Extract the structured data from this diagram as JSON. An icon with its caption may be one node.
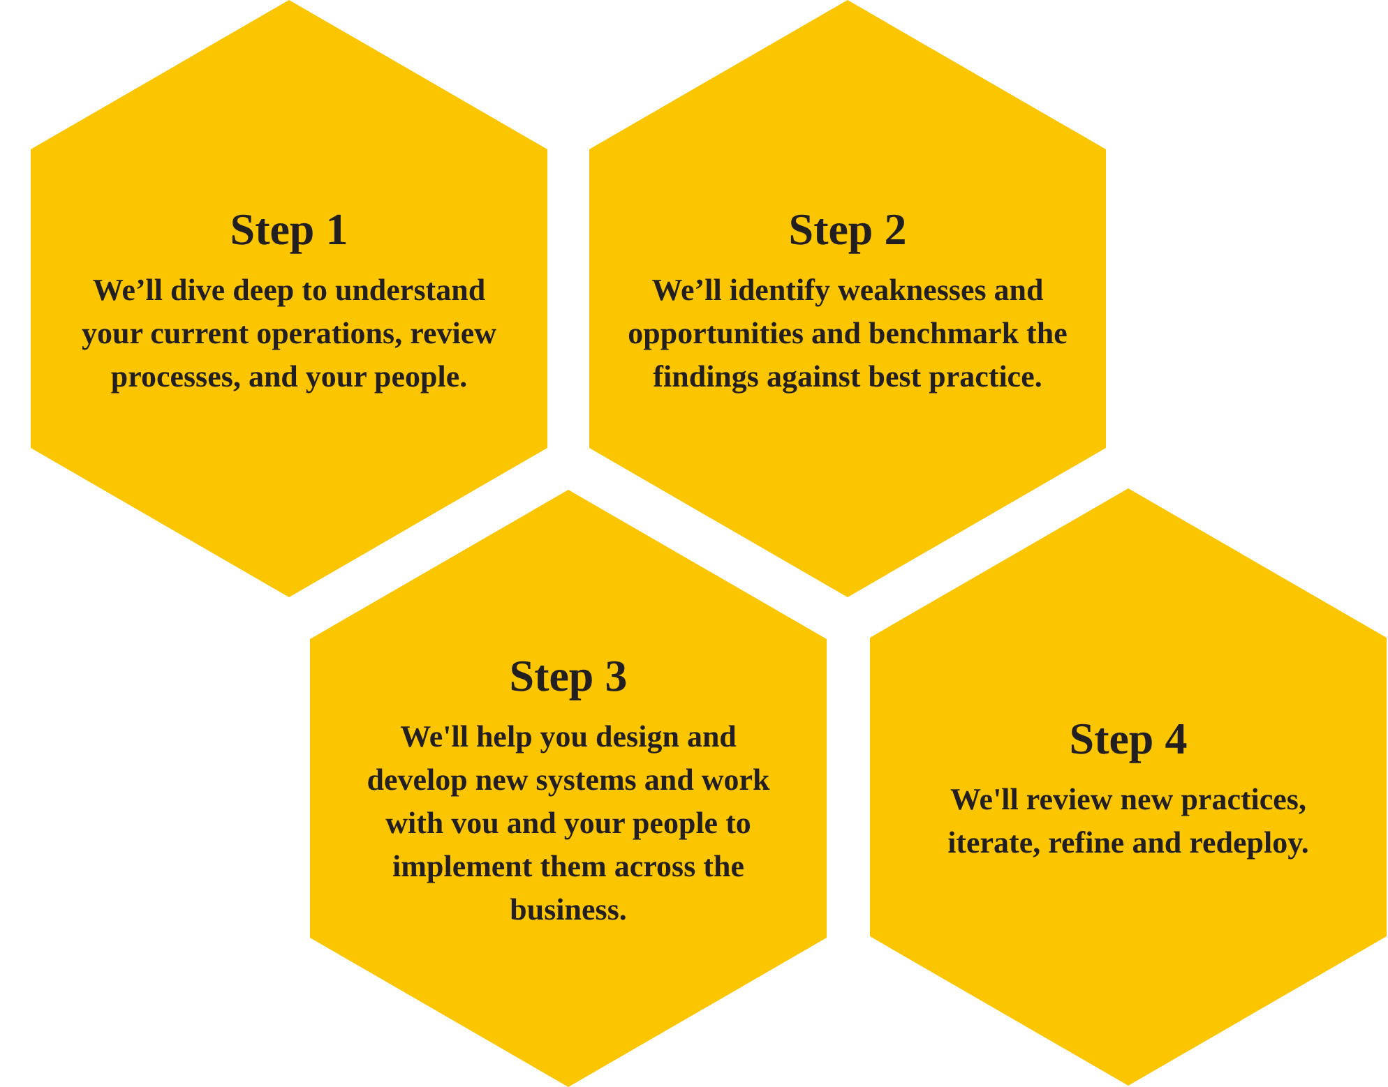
{
  "diagram": {
    "nodes": [
      {
        "text": [
          "Step 1",
          "We’ll dive deep to understand your current operations, review processes, and your people."
        ]
      },
      {
        "text": [
          "Step 2",
          "We’ll identify weaknesses and opportunities and benchmark the findings against best practice."
        ]
      },
      {
        "text": [
          "Step 3",
          "We'll help you design and develop new systems and work with vou and your people to implement them across the business."
        ]
      },
      {
        "text": [
          "Step 4",
          "We'll review new practices, iterate, refine and redeploy."
        ]
      }
    ]
  }
}
